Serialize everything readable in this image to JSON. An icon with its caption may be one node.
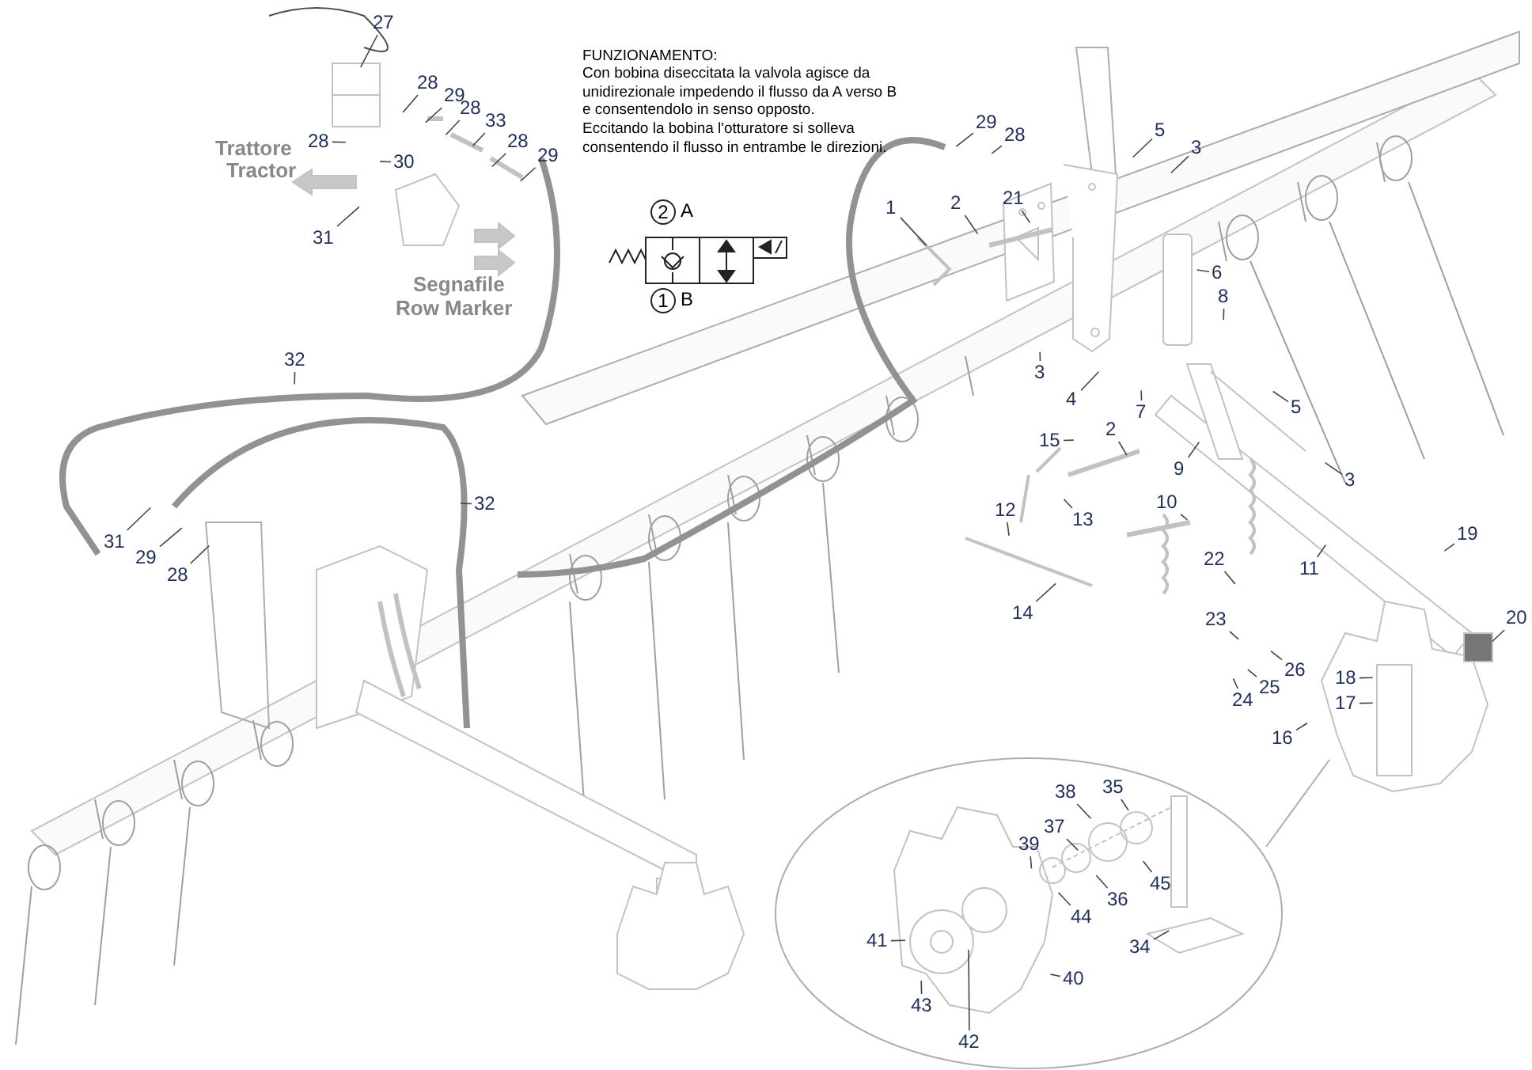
{
  "diagram": {
    "nodes": [
      {
        "text": [
          "27"
        ]
      },
      {
        "text": [
          "28"
        ]
      },
      {
        "text": [
          "29"
        ]
      },
      {
        "text": [
          "28"
        ]
      },
      {
        "text": [
          "33"
        ]
      },
      {
        "text": [
          "28"
        ]
      },
      {
        "text": [
          "29"
        ]
      },
      {
        "text": [
          "28"
        ]
      },
      {
        "text": [
          "30"
        ]
      },
      {
        "text": [
          "31"
        ]
      },
      {
        "text": [
          "32"
        ]
      },
      {
        "text": [
          "32"
        ]
      },
      {
        "text": [
          "31"
        ]
      },
      {
        "text": [
          "29"
        ]
      },
      {
        "text": [
          "28"
        ]
      },
      {
        "text": [
          "29"
        ]
      },
      {
        "text": [
          "28"
        ]
      },
      {
        "text": [
          "1"
        ]
      },
      {
        "text": [
          "2"
        ]
      },
      {
        "text": [
          "21"
        ]
      },
      {
        "text": [
          "5"
        ]
      },
      {
        "text": [
          "3"
        ]
      },
      {
        "text": [
          "6"
        ]
      },
      {
        "text": [
          "8"
        ]
      },
      {
        "text": [
          "3"
        ]
      },
      {
        "text": [
          "4"
        ]
      },
      {
        "text": [
          "7"
        ]
      },
      {
        "text": [
          "5"
        ]
      },
      {
        "text": [
          "15"
        ]
      },
      {
        "text": [
          "2"
        ]
      },
      {
        "text": [
          "9"
        ]
      },
      {
        "text": [
          "3"
        ]
      },
      {
        "text": [
          "12"
        ]
      },
      {
        "text": [
          "13"
        ]
      },
      {
        "text": [
          "10"
        ]
      },
      {
        "text": [
          "11"
        ]
      },
      {
        "text": [
          "19"
        ]
      },
      {
        "text": [
          "14"
        ]
      },
      {
        "text": [
          "22"
        ]
      },
      {
        "text": [
          "20"
        ]
      },
      {
        "text": [
          "23"
        ]
      },
      {
        "text": [
          "26"
        ]
      },
      {
        "text": [
          "18"
        ]
      },
      {
        "text": [
          "25"
        ]
      },
      {
        "text": [
          "24"
        ]
      },
      {
        "text": [
          "17"
        ]
      },
      {
        "text": [
          "16"
        ]
      },
      {
        "text": [
          "38"
        ]
      },
      {
        "text": [
          "35"
        ]
      },
      {
        "text": [
          "37"
        ]
      },
      {
        "text": [
          "39"
        ]
      },
      {
        "text": [
          "45"
        ]
      },
      {
        "text": [
          "36"
        ]
      },
      {
        "text": [
          "44"
        ]
      },
      {
        "text": [
          "41"
        ]
      },
      {
        "text": [
          "40"
        ]
      },
      {
        "text": [
          "34"
        ]
      },
      {
        "text": [
          "43"
        ]
      },
      {
        "text": [
          "42"
        ]
      }
    ],
    "edges": [
      {
        "from": 0,
        "to": null,
        "arrow": "none"
      },
      {
        "from": 1,
        "to": null,
        "arrow": "none"
      },
      {
        "from": 2,
        "to": null,
        "arrow": "none"
      },
      {
        "from": 3,
        "to": null,
        "arrow": "none"
      },
      {
        "from": 4,
        "to": null,
        "arrow": "none"
      },
      {
        "from": 5,
        "to": null,
        "arrow": "none"
      },
      {
        "from": 6,
        "to": null,
        "arrow": "none"
      },
      {
        "from": 7,
        "to": null,
        "arrow": "none"
      },
      {
        "from": 8,
        "to": null,
        "arrow": "none"
      },
      {
        "from": 9,
        "to": null,
        "arrow": "none"
      },
      {
        "from": 10,
        "to": null,
        "arrow": "none"
      },
      {
        "from": 11,
        "to": null,
        "arrow": "none"
      },
      {
        "from": 12,
        "to": null,
        "arrow": "none"
      },
      {
        "from": 13,
        "to": null,
        "arrow": "none"
      },
      {
        "from": 14,
        "to": null,
        "arrow": "none"
      },
      {
        "from": 15,
        "to": null,
        "arrow": "none"
      },
      {
        "from": 16,
        "to": null,
        "arrow": "none"
      },
      {
        "from": 17,
        "to": null,
        "arrow": "none"
      },
      {
        "from": 18,
        "to": null,
        "arrow": "none"
      },
      {
        "from": 19,
        "to": null,
        "arrow": "none"
      },
      {
        "from": 20,
        "to": null,
        "arrow": "none"
      },
      {
        "from": 21,
        "to": null,
        "arrow": "none"
      },
      {
        "from": 22,
        "to": null,
        "arrow": "none"
      },
      {
        "from": 23,
        "to": null,
        "arrow": "none"
      },
      {
        "from": 24,
        "to": null,
        "arrow": "none"
      },
      {
        "from": 25,
        "to": null,
        "arrow": "none"
      },
      {
        "from": 26,
        "to": null,
        "arrow": "none"
      },
      {
        "from": 27,
        "to": null,
        "arrow": "none"
      },
      {
        "from": 28,
        "to": null,
        "arrow": "none"
      },
      {
        "from": 29,
        "to": null,
        "arrow": "none"
      },
      {
        "from": 30,
        "to": null,
        "arrow": "none"
      },
      {
        "from": 31,
        "to": null,
        "arrow": "none"
      },
      {
        "from": 32,
        "to": null,
        "arrow": "none"
      },
      {
        "from": 33,
        "to": null,
        "arrow": "none"
      },
      {
        "from": 34,
        "to": null,
        "arrow": "none"
      },
      {
        "from": 35,
        "to": null,
        "arrow": "none"
      },
      {
        "from": 36,
        "to": null,
        "arrow": "none"
      },
      {
        "from": 37,
        "to": null,
        "arrow": "none"
      },
      {
        "from": 38,
        "to": null,
        "arrow": "none"
      },
      {
        "from": 39,
        "to": null,
        "arrow": "none"
      },
      {
        "from": 40,
        "to": null,
        "arrow": "none"
      },
      {
        "from": 41,
        "to": null,
        "arrow": "none"
      },
      {
        "from": 42,
        "to": null,
        "arrow": "none"
      },
      {
        "from": 43,
        "to": null,
        "arrow": "none"
      },
      {
        "from": 44,
        "to": null,
        "arrow": "none"
      },
      {
        "from": 45,
        "to": null,
        "arrow": "none"
      },
      {
        "from": 46,
        "to": null,
        "arrow": "none"
      },
      {
        "from": 47,
        "to": null,
        "arrow": "none"
      },
      {
        "from": 48,
        "to": null,
        "arrow": "none"
      },
      {
        "from": 49,
        "to": null,
        "arrow": "none"
      },
      {
        "from": 50,
        "to": null,
        "arrow": "none"
      },
      {
        "from": 51,
        "to": null,
        "arrow": "none"
      },
      {
        "from": 52,
        "to": null,
        "arrow": "none"
      },
      {
        "from": 53,
        "to": null,
        "arrow": "none"
      },
      {
        "from": 54,
        "to": null,
        "arrow": "none"
      },
      {
        "from": 55,
        "to": null,
        "arrow": "none"
      },
      {
        "from": 56,
        "to": null,
        "arrow": "none"
      },
      {
        "from": 57,
        "to": null,
        "arrow": "none"
      },
      {
        "from": 58,
        "to": null,
        "arrow": "none"
      }
    ],
    "labels": [
      "FUNZIONAMENTO:",
      "Con bobina diseccitata la valvola agisce da unidirezionale impedendo il flusso da A verso B e consentendolo in senso opposto.",
      "Eccitando la bobina l'otturatore si solleva consentendo il flusso in entrambe le direzioni.",
      "Trattore",
      "Tractor",
      "Segnafile",
      "Row Marker",
      "2",
      "A",
      "1",
      "B"
    ]
  }
}
